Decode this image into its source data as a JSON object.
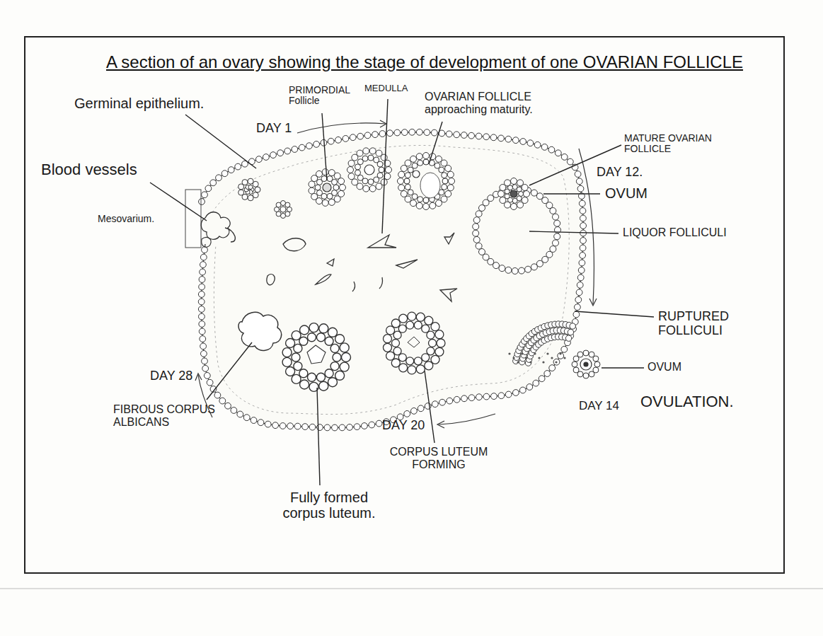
{
  "diagram": {
    "title": "A section of an ovary showing the stage of development of one OVARIAN FOLLICLE",
    "labels": [
      "Germinal epithelium.",
      "PRIMORDIAL Follicle",
      "MEDULLA",
      "OVARIAN FOLLICLE approaching maturity.",
      "DAY 1",
      "Blood vessels",
      "Mesovarium.",
      "MATURE OVARIAN FOLLICLE",
      "DAY 12.",
      "OVUM",
      "LIQUOR FOLLICULI",
      "RUPTURED FOLLICULI",
      "OVUM",
      "DAY 14",
      "OVULATION.",
      "DAY 28",
      "FIBROUS CORPUS ALBICANS",
      "DAY 20",
      "Fully formed corpus luteum.",
      "CORPUS LUTEUM FORMING"
    ]
  }
}
